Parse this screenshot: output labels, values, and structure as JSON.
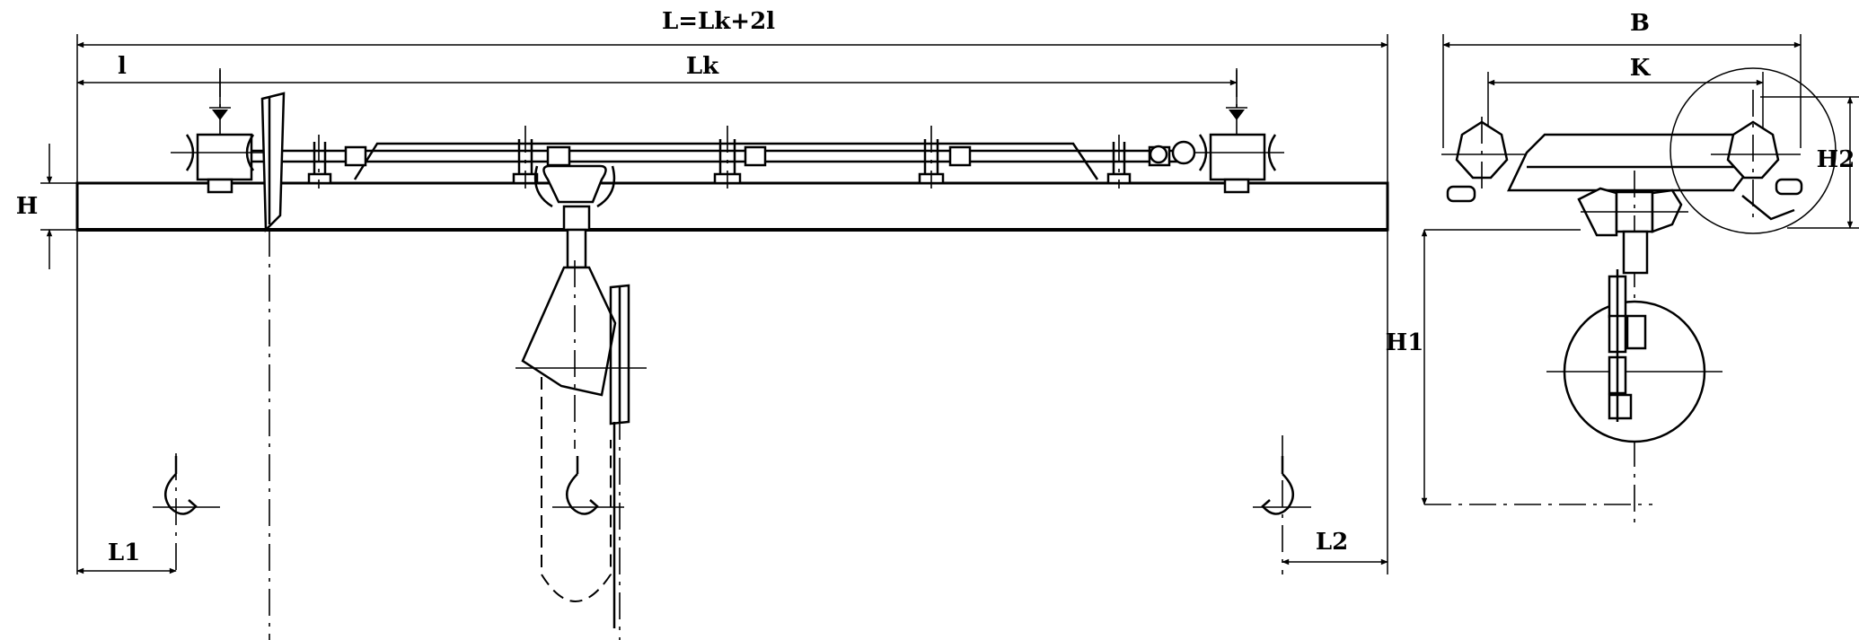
{
  "labels": {
    "overall_length": "L=Lk+2l",
    "span": "Lk",
    "overhang": "l",
    "girder_height": "H",
    "left_hook_limit": "L1",
    "right_hook_limit": "L2",
    "width": "B",
    "wheel_base": "K",
    "top_height": "H2",
    "lift_height": "H1"
  }
}
